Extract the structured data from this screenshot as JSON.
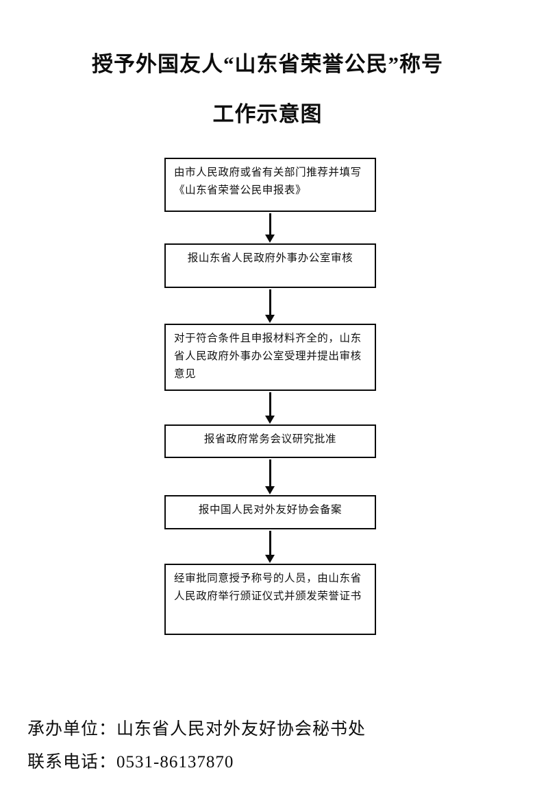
{
  "document": {
    "title_lines": [
      "授予外国友人“山东省荣誉公民”称号",
      "工作示意图"
    ]
  },
  "flowchart": {
    "type": "flowchart",
    "orientation": "vertical",
    "connector": "down-arrow",
    "nodes": [
      {
        "id": "step-1",
        "text": "由市人民政府或省有关部门推荐并填写《山东省荣誉公民申报表》",
        "align": "left",
        "lines": 2
      },
      {
        "id": "step-2",
        "text": "报山东省人民政府外事办公室审核",
        "align": "center",
        "lines": 1
      },
      {
        "id": "step-3",
        "text": "对于符合条件且申报材料齐全的，山东省人民政府外事办公室受理并提出审核意见",
        "align": "left",
        "lines": 3
      },
      {
        "id": "step-4",
        "text": "报省政府常务会议研究批准",
        "align": "center",
        "lines": 1
      },
      {
        "id": "step-5",
        "text": "报中国人民对外友好协会备案",
        "align": "center",
        "lines": 1
      },
      {
        "id": "step-6",
        "text": "经审批同意授予称号的人员，由山东省人民政府举行颁证仪式并颁发荣誉证书",
        "align": "left",
        "lines": 3
      }
    ]
  },
  "footer": {
    "lines": [
      "承办单位：山东省人民对外友好协会秘书处",
      "联系电话：0531-86137870"
    ],
    "organization_label": "承办单位：",
    "organization": "山东省人民对外友好协会秘书处",
    "phone_label": "联系电话：",
    "phone": "0531-86137870"
  },
  "colors": {
    "ink": "#0a0a0a",
    "paper": "#ffffff"
  }
}
